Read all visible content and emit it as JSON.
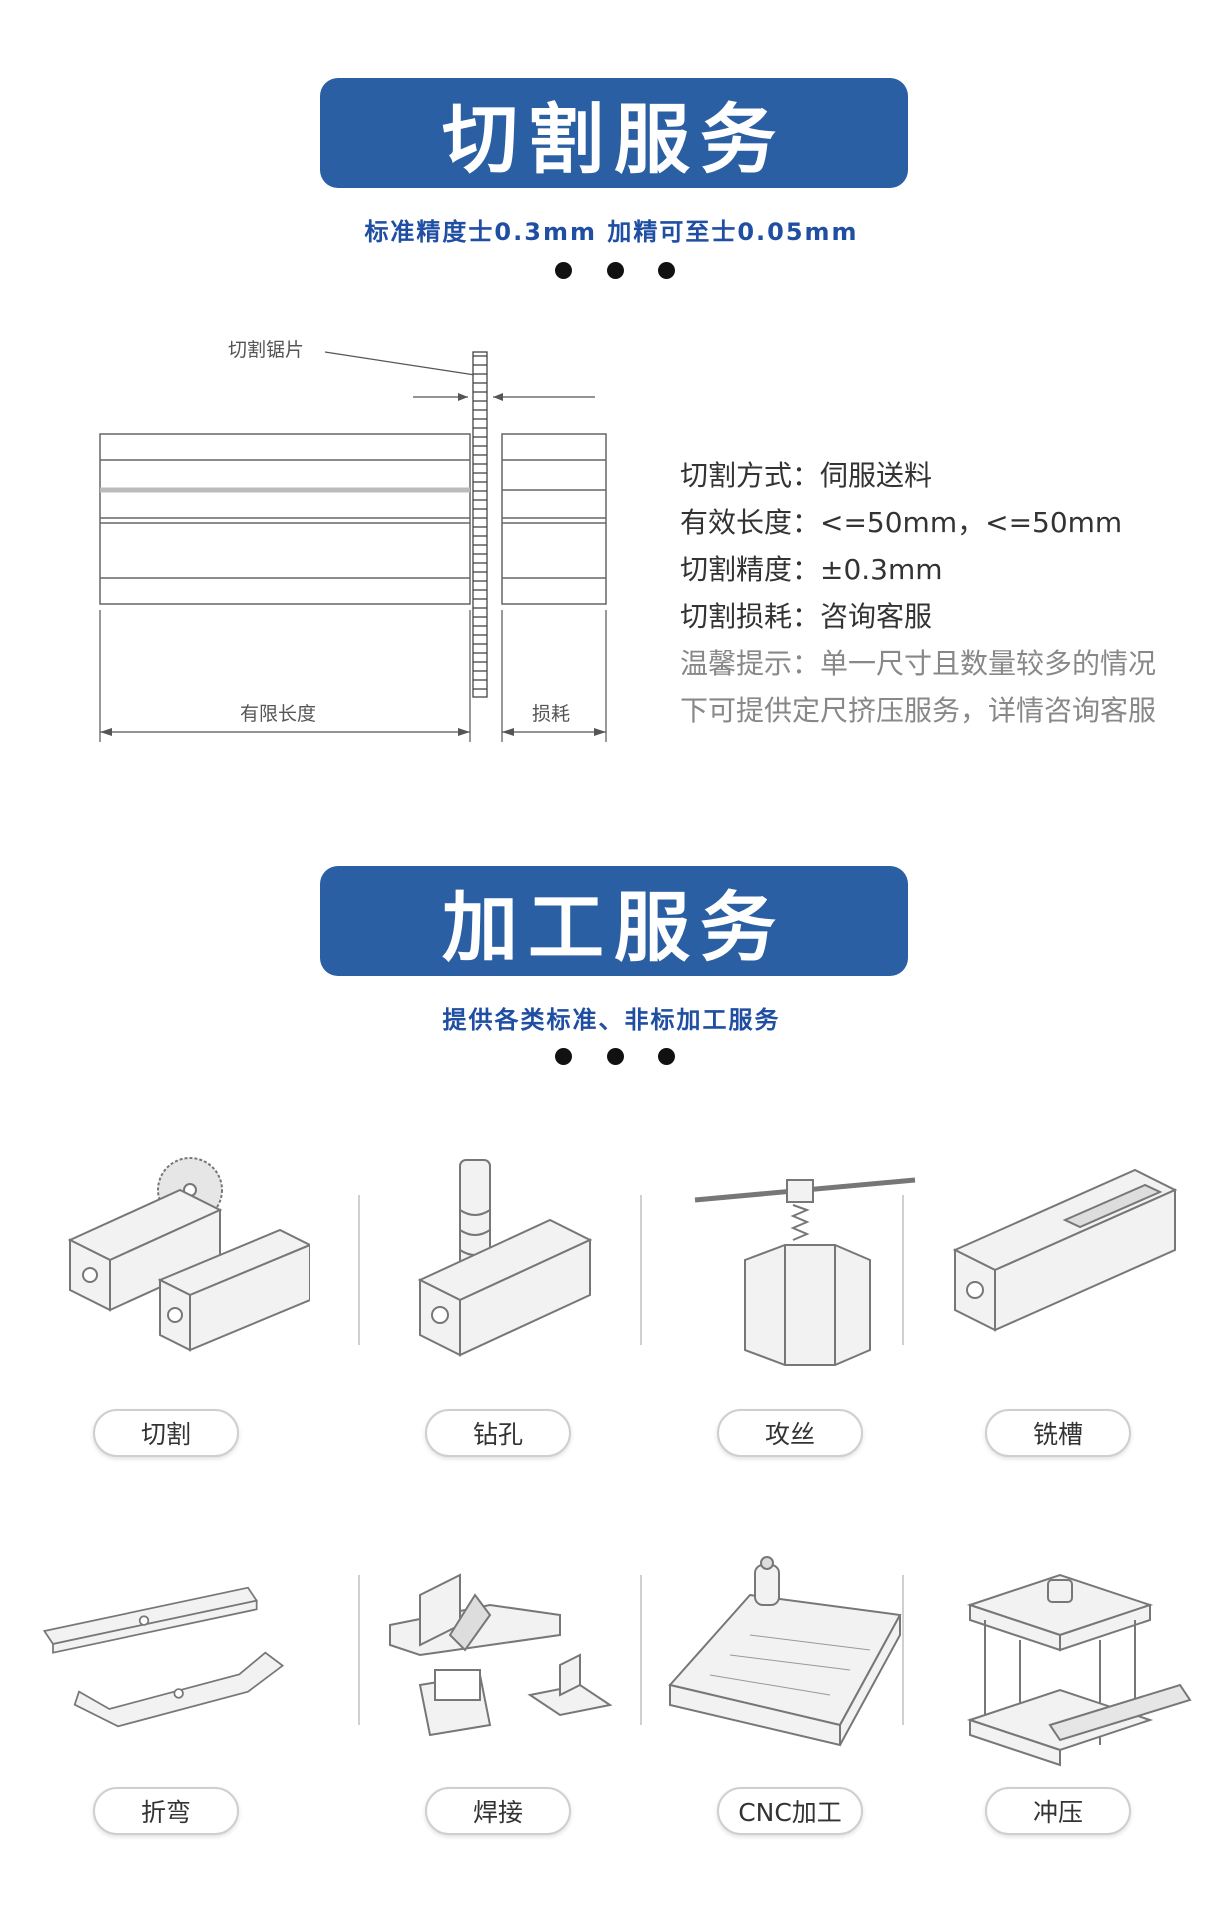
{
  "cut_section": {
    "title": "切割服务",
    "subtitle": "标准精度士0.3mm  加精可至士0.05mm",
    "diagram": {
      "saw_label": "切割锯片",
      "length_label": "有限长度",
      "loss_label": "损耗"
    },
    "specs": [
      "切割方式：伺服送料",
      "有效长度：<=50mm，<=50mm",
      "切割精度：±0.3mm",
      "切割损耗：咨询客服"
    ],
    "hint_lines": [
      "温馨提示：单一尺寸且数量较多的情况",
      "下可提供定尺挤压服务，详情咨询客服"
    ]
  },
  "process_section": {
    "title": "加工服务",
    "subtitle": "提供各类标准、非标加工服务",
    "services": [
      {
        "label": "切割",
        "icon": "cutting-icon"
      },
      {
        "label": "钻孔",
        "icon": "drilling-icon"
      },
      {
        "label": "攻丝",
        "icon": "tapping-icon"
      },
      {
        "label": "铣槽",
        "icon": "milling-icon"
      },
      {
        "label": "折弯",
        "icon": "bending-icon"
      },
      {
        "label": "焊接",
        "icon": "welding-icon"
      },
      {
        "label": "CNC加工",
        "icon": "cnc-icon"
      },
      {
        "label": "冲压",
        "icon": "stamping-icon"
      }
    ]
  }
}
